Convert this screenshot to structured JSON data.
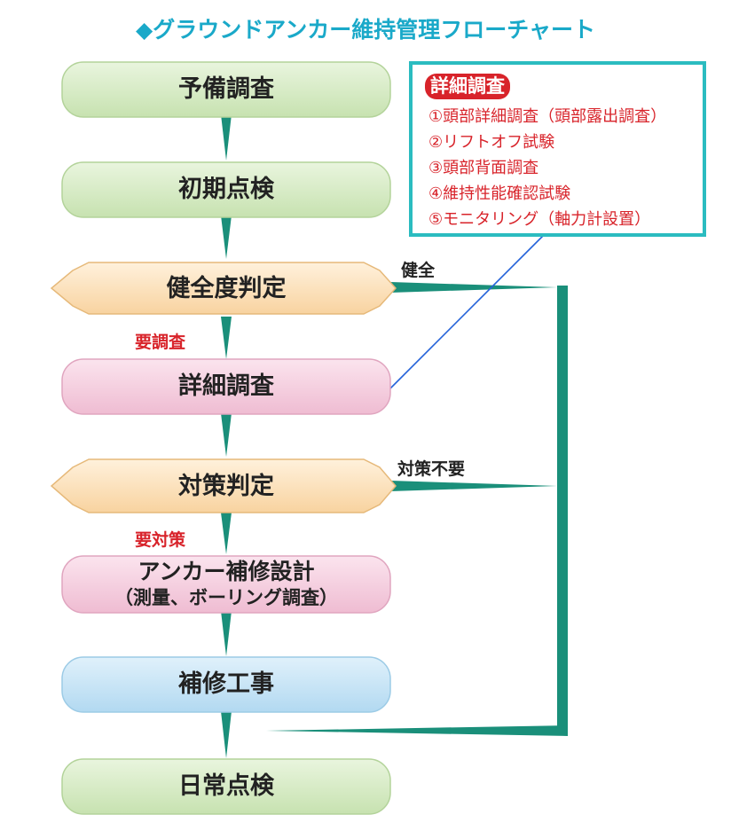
{
  "title": "◆グラウンドアンカー維持管理フローチャート",
  "steps": [
    {
      "label": "予備調査"
    },
    {
      "label": "初期点検"
    },
    {
      "label": "健全度判定"
    },
    {
      "label": "詳細調査"
    },
    {
      "label": "対策判定"
    },
    {
      "label": "アンカー補修設計",
      "sub": "（測量、ボーリング調査）"
    },
    {
      "label": "補修工事"
    },
    {
      "label": "日常点検"
    }
  ],
  "branch_labels": {
    "healthy": "健全",
    "needs_survey": "要調査",
    "no_action": "対策不要",
    "needs_action": "要対策"
  },
  "detail_panel": {
    "badge": "詳細調査",
    "items": [
      "①頭部詳細調査（頭部露出調査）",
      "②リフトオフ試験",
      "③頭部背面調査",
      "④維持性能確認試験",
      "⑤モニタリング（軸力計設置）"
    ]
  },
  "colors": {
    "title": "#1aa9c9",
    "green_box": "#d6ebc4",
    "pink_box": "#f5cfe0",
    "blue_box": "#c5e3f5",
    "decision": "#fde2bd",
    "arrow": "#1a8f7a",
    "panel_border": "#2bbcc0",
    "red_text": "#d8232a",
    "leader_line": "#2563d9"
  }
}
